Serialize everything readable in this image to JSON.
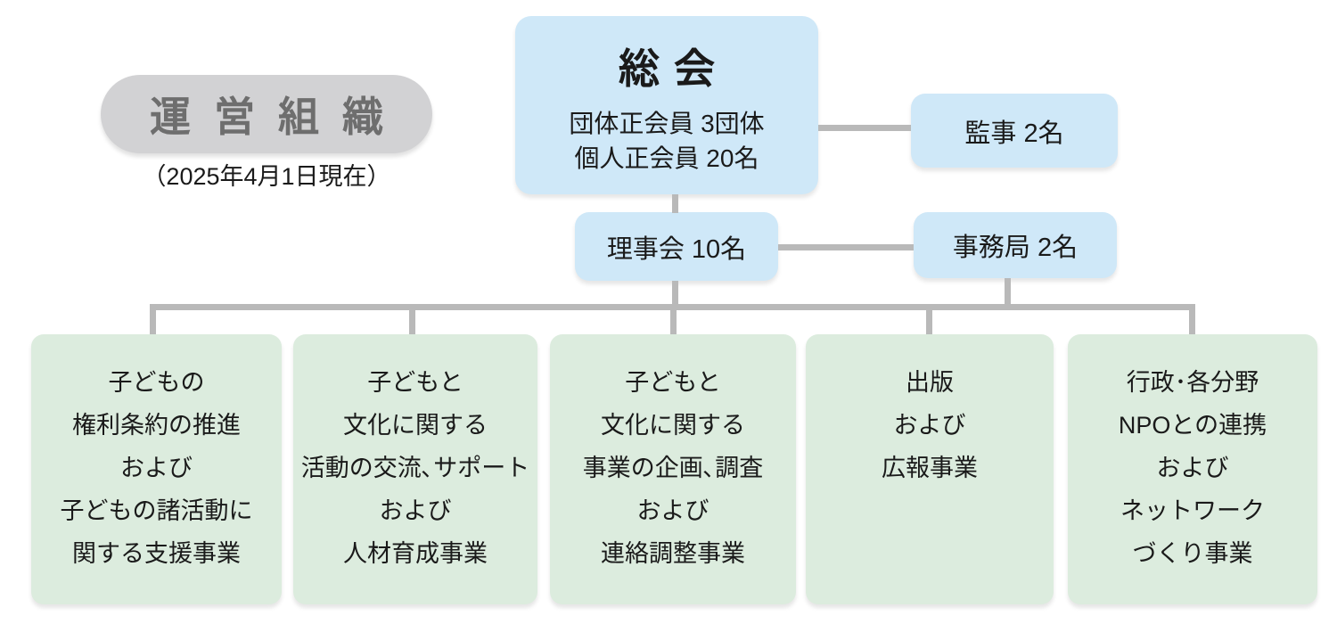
{
  "header": {
    "badge_label": "運営組織",
    "as_of": "（2025年4月1日現在）"
  },
  "nodes": {
    "general_assembly": {
      "title": "総会",
      "detail_lines": [
        "団体正会員 3団体",
        "個人正会員 20名"
      ]
    },
    "auditors": {
      "label": "監事 2名"
    },
    "board": {
      "label": "理事会 10名"
    },
    "secretariat": {
      "label": "事務局 2名"
    }
  },
  "departments": [
    {
      "lines": [
        "子どもの",
        "権利条約の推進",
        "および",
        "子どもの諸活動に",
        "関する支援事業"
      ]
    },
    {
      "lines": [
        "子どもと",
        "文化に関する",
        "活動の交流､サポート",
        "および",
        "人材育成事業"
      ]
    },
    {
      "lines": [
        "子どもと",
        "文化に関する",
        "事業の企画､調査",
        "および",
        "連絡調整事業"
      ]
    },
    {
      "lines": [
        "出版",
        "および",
        "広報事業"
      ]
    },
    {
      "lines": [
        "行政･各分野",
        "NPOとの連携",
        "および",
        "ネットワーク",
        "づくり事業"
      ]
    }
  ],
  "colors": {
    "accent_blue": "#cfe8f8",
    "accent_green": "#dcecde",
    "badge_gray": "#d2d2d4",
    "badge_text": "#6e6e6e",
    "line_gray": "#b9b9b9",
    "text": "#1a1a1a"
  }
}
